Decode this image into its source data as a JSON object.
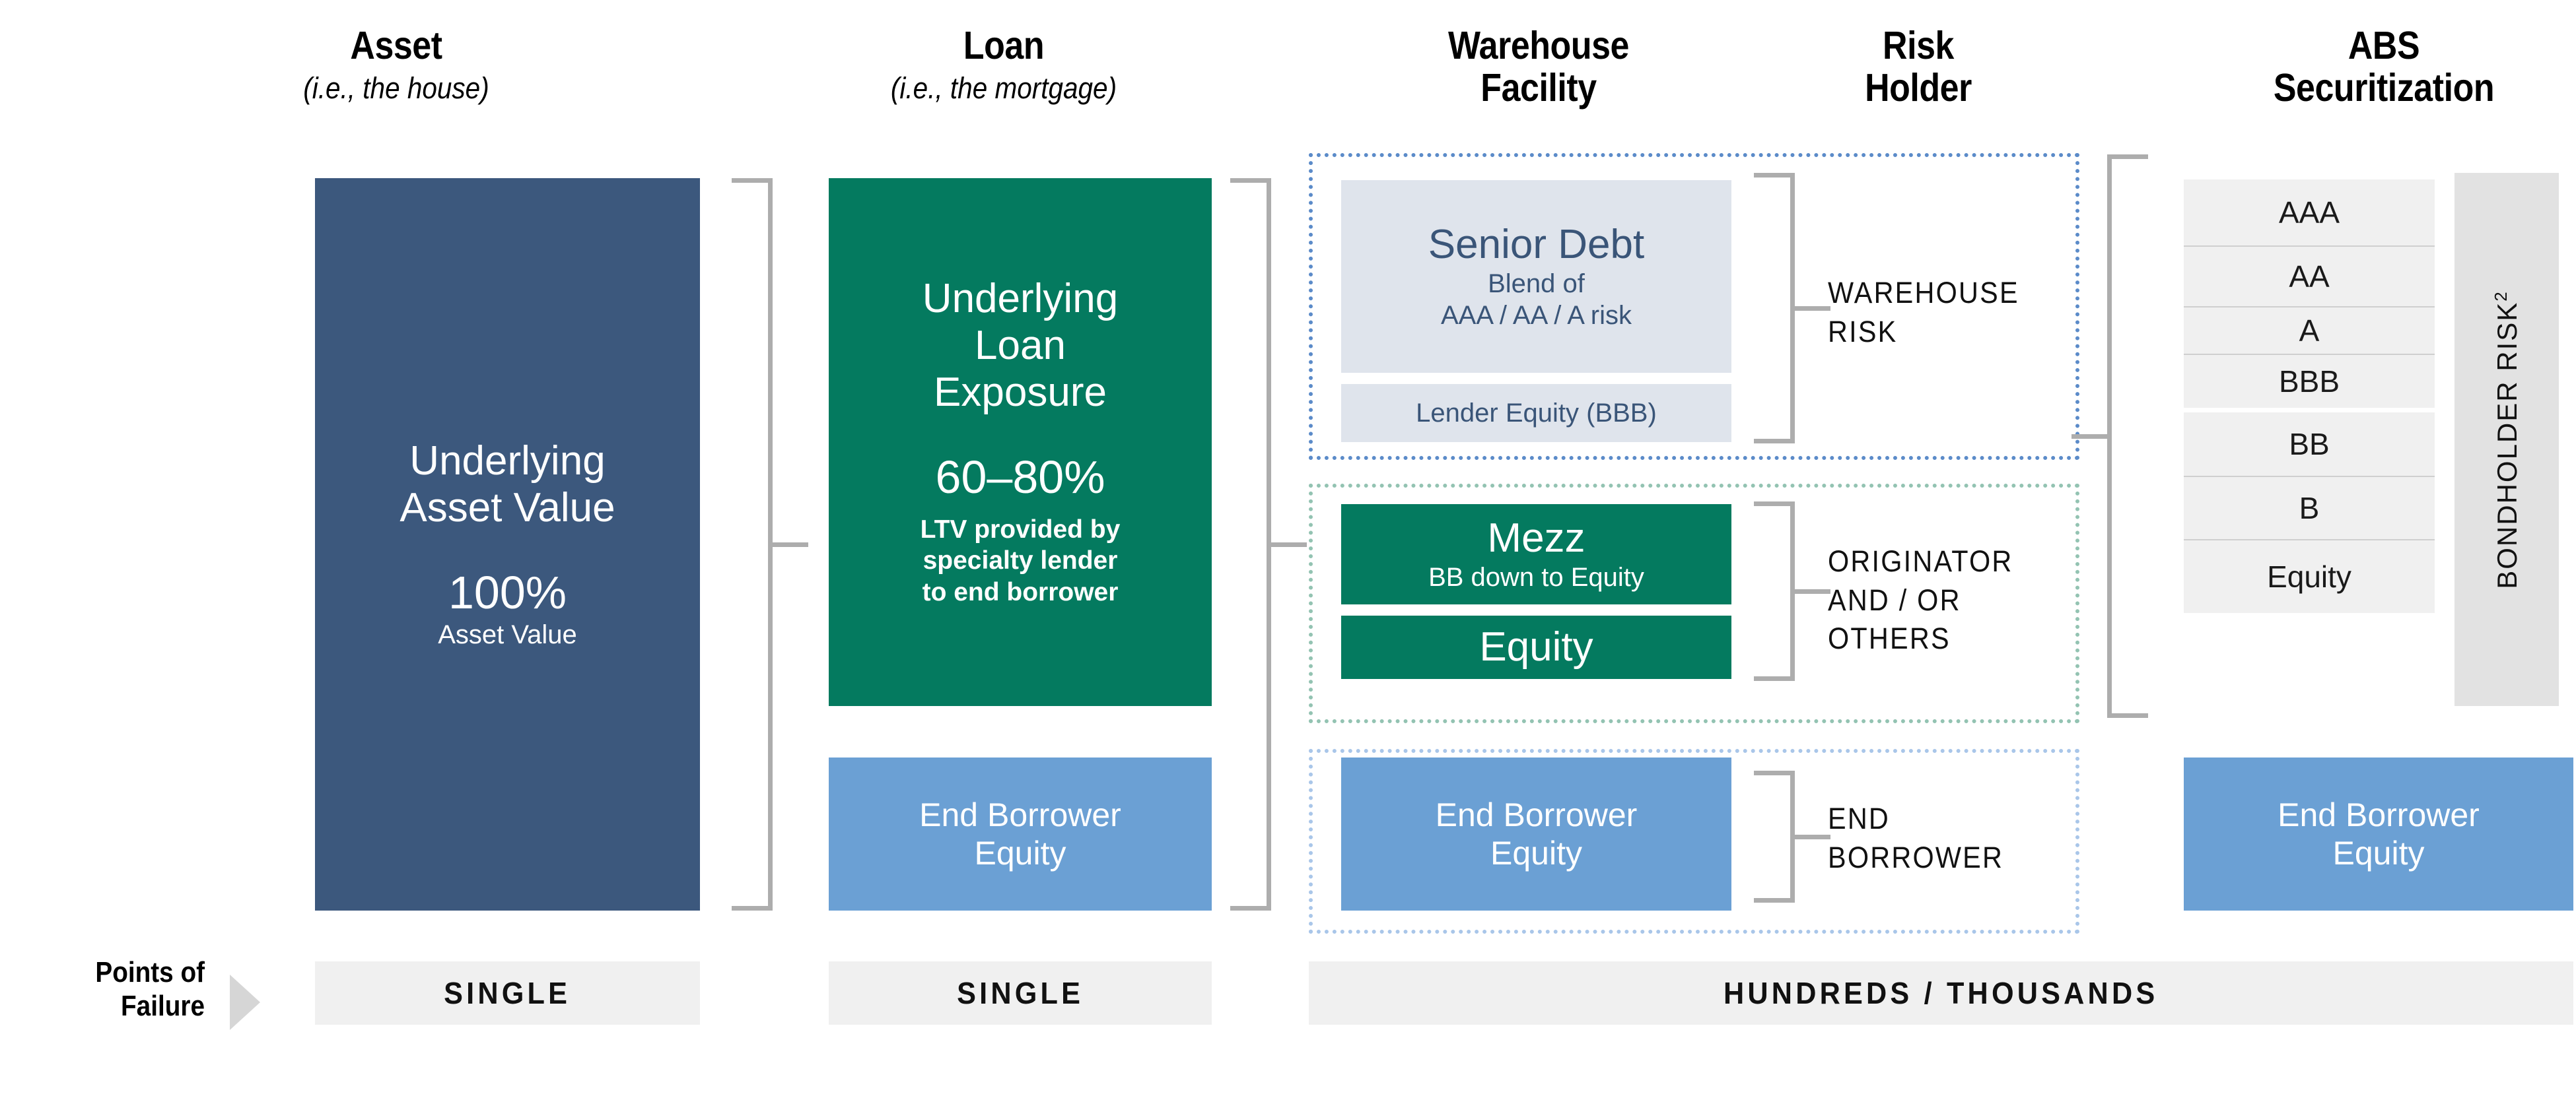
{
  "columns": [
    {
      "title": "Asset",
      "subtitle": "(i.e., the house)"
    },
    {
      "title": "Loan",
      "subtitle": "(i.e., the mortgage)"
    },
    {
      "title": "Warehouse\nFacility",
      "subtitle": ""
    },
    {
      "title": "Risk\nHolder",
      "subtitle": ""
    },
    {
      "title": "ABS\nSecuritization",
      "subtitle": ""
    }
  ],
  "headers": {
    "asset_title": "Asset",
    "asset_sub": "(i.e., the house)",
    "loan_title": "Loan",
    "loan_sub": "(i.e., the mortgage)",
    "warehouse_title_1": "Warehouse",
    "warehouse_title_2": "Facility",
    "riskholder_title_1": "Risk",
    "riskholder_title_2": "Holder",
    "abs_title_1": "ABS",
    "abs_title_2": "Securitization"
  },
  "asset": {
    "main_line1": "Underlying",
    "main_line2": "Asset Value",
    "pct": "100%",
    "pct_caption": "Asset Value"
  },
  "loan": {
    "main_line1": "Underlying",
    "main_line2": "Loan",
    "main_line3": "Exposure",
    "pct": "60–80%",
    "detail_line1": "LTV provided by",
    "detail_line2": "specialty lender",
    "detail_line3": "to end borrower",
    "borrower_line1": "End Borrower",
    "borrower_line2": "Equity"
  },
  "warehouse": {
    "senior_debt": "Senior Debt",
    "senior_sub_line1": "Blend of",
    "senior_sub_line2": "AAA / AA / A risk",
    "lender_equity": "Lender Equity (BBB)",
    "mezz": "Mezz",
    "mezz_sub": "BB down to Equity",
    "equity": "Equity",
    "borrower_line1": "End Borrower",
    "borrower_line2": "Equity"
  },
  "risk_holder": {
    "warehouse_risk_line1": "WAREHOUSE",
    "warehouse_risk_line2": "RISK",
    "originator_line1": "ORIGINATOR",
    "originator_line2": "AND / OR",
    "originator_line3": "OTHERS",
    "end_borrower_line1": "END",
    "end_borrower_line2": "BORROWER"
  },
  "abs": {
    "tranches": [
      "AAA",
      "AA",
      "A",
      "BBB",
      "BB",
      "B",
      "Equity"
    ],
    "borrower_line1": "End Borrower",
    "borrower_line2": "Equity",
    "bondholder_risk": "BONDHOLDER RISK",
    "bondholder_footnote": "2"
  },
  "points_of_failure": {
    "label_line1": "Points of",
    "label_line2": "Failure",
    "asset_value": "SINGLE",
    "loan_value": "SINGLE",
    "warehouse_value": "HUNDREDS / THOUSANDS"
  },
  "colors": {
    "navy": "#3c587d",
    "green": "#047a5f",
    "blue": "#6ba0d4",
    "pale_navy_bg": "#dfe4ec",
    "pale_navy_text": "#3a5578",
    "gray_bar": "#f0f0f0",
    "gray_bondholder": "#e2e2e2",
    "bracket": "#adadad",
    "dotted_blue": "#5b8bc9",
    "dotted_green": "#93c3b2",
    "dotted_light_blue": "#a9c6e9",
    "arrow_gray": "#d6d6d6"
  }
}
